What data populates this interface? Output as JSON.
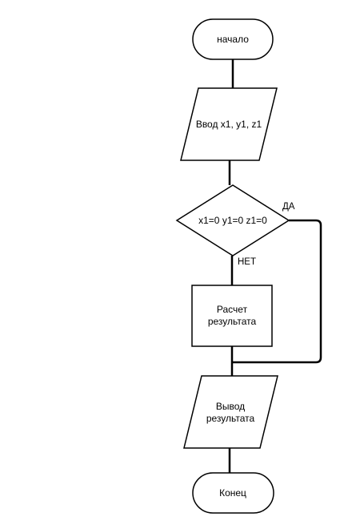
{
  "diagram": {
    "nodes": {
      "start": {
        "text": "начало",
        "shape": "terminator"
      },
      "input": {
        "text": "Ввод x1, y1, z1",
        "shape": "parallelogram"
      },
      "decision": {
        "text": "x1=0 y1=0 z1=0",
        "shape": "diamond"
      },
      "calc": {
        "line1": "Расчет",
        "line2": "результата",
        "shape": "rectangle"
      },
      "output": {
        "line1": "Вывод",
        "line2": "результата",
        "shape": "parallelogram"
      },
      "end": {
        "text": "Конец",
        "shape": "terminator"
      }
    },
    "edge_labels": {
      "yes": "ДА",
      "no": "НЕТ"
    },
    "colors": {
      "stroke": "#000000",
      "fill": "#ffffff",
      "background": "#ffffff"
    }
  }
}
